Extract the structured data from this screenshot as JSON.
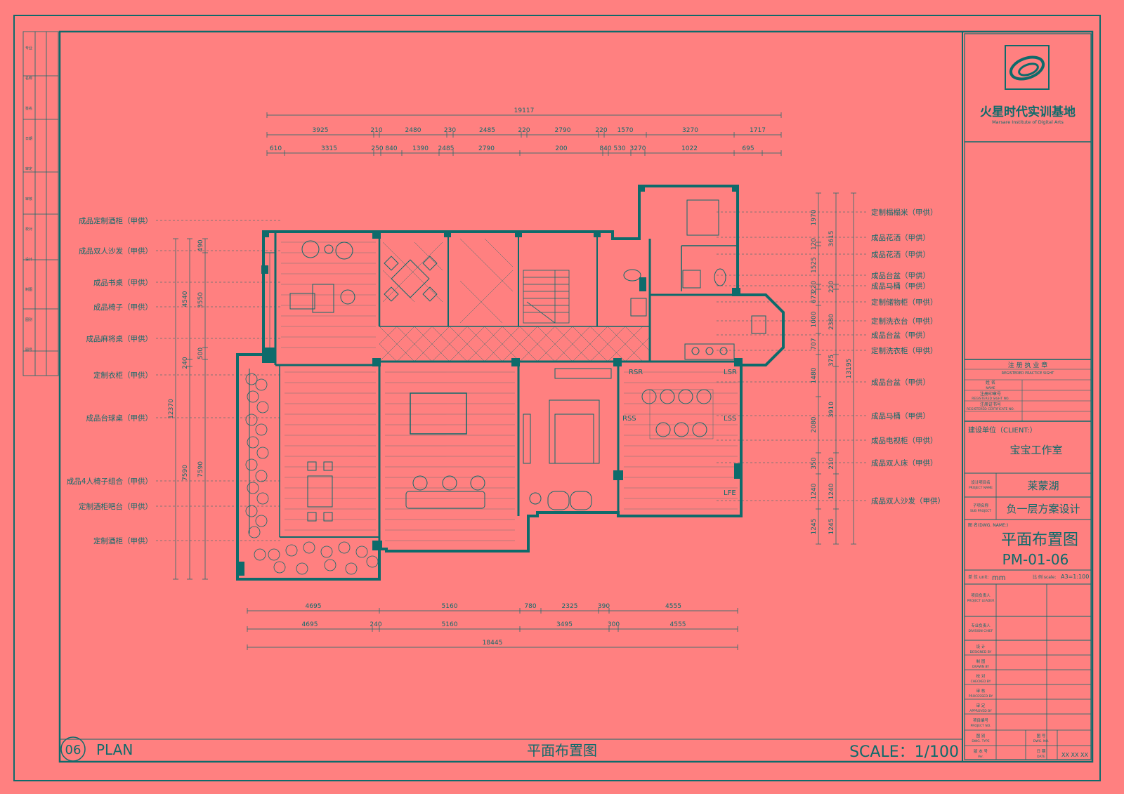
{
  "colors": {
    "background": "#ff8080",
    "line": "#0e6b6b",
    "wall": "#0e6b6b"
  },
  "overall_dims": {
    "top_total": "19117",
    "top_row1": [
      "3925",
      "210",
      "2480",
      "230",
      "2485",
      "220",
      "2790",
      "220",
      "1570",
      "3270",
      "1717"
    ],
    "top_row2": [
      "610",
      "3315",
      "250",
      "840",
      "1390",
      "2485",
      "2790",
      "200",
      "840",
      "530",
      "3270",
      "1022",
      "695"
    ],
    "bottom_row1": [
      "4695",
      "5160",
      "780",
      "2325",
      "390",
      "4555"
    ],
    "bottom_row2": [
      "4695",
      "240",
      "5160",
      "3495",
      "300",
      "4555"
    ],
    "bottom_total": "18445",
    "left_total": "12370",
    "left_col1": [
      "4540",
      "240",
      "7590"
    ],
    "left_col2": [
      "490",
      "3550",
      "500",
      "7590"
    ],
    "right_col1": [
      "1970",
      "120",
      "1525",
      "220",
      "673",
      "1000",
      "707",
      "1480",
      "2080",
      "350",
      "1240",
      "1245"
    ],
    "right_col2": [
      "3615",
      "220",
      "2380",
      "375",
      "3910",
      "210",
      "1240",
      "1245"
    ],
    "right_total": "13195"
  },
  "left_labels": [
    "成品定制酒柜（甲供）",
    "成品双人沙发（甲供）",
    "成品书桌（甲供）",
    "成品椅子（甲供）",
    "成品麻将桌（甲供）",
    "定制衣柜（甲供）",
    "成品台球桌（甲供）",
    "成品4人椅子组合（甲供）",
    "定制酒柜吧台（甲供）",
    "定制酒柜（甲供）"
  ],
  "right_labels": [
    "定制榻榻米（甲供）",
    "成品花洒（甲供）",
    "成品花洒（甲供）",
    "成品台盆（甲供）",
    "成品马桶（甲供）",
    "定制储物柜（甲供）",
    "定制洗衣台（甲供）",
    "成品台盆（甲供）",
    "定制洗衣柜（甲供）",
    "成品台盆（甲供）",
    "成品马桶（甲供）",
    "成品电视柜（甲供）",
    "成品双人床（甲供）",
    "成品双人沙发（甲供）"
  ],
  "room_tags": [
    "RSR",
    "LSR",
    "RSS",
    "LSS",
    "LFE"
  ],
  "footer": {
    "num": "06",
    "plan": "PLAN",
    "title": "平面布置图",
    "scale": "SCALE：1/100"
  },
  "title_block": {
    "company_cn": "火星时代实训基地",
    "company_en": "Marsare Institute of Digital Arts",
    "seal_cn": "注 册 执 业 章",
    "seal_en": "REGISTERED PRACTICE SIGHT",
    "name_label": "姓    名",
    "name_en": "NAME",
    "reg_no": "注册印章号",
    "reg_no_en": "REGISTERED SIGHT NO.",
    "cert_no": "注册证书号",
    "cert_no_en": "REGISTERED CERTIFICATE NO.",
    "client_label": "建设单位（CLIENT:）",
    "client": "宝宝工作室",
    "project_label": "设计项目名",
    "project_label_en": "PROJECT NAME",
    "project": "莱蒙湖",
    "sub_label": "子项名称",
    "sub_label_en": "SUB PROJECT",
    "sub": "负一层方案设计",
    "dwg_label": "图  名(DWG. NAME:)",
    "dwg_name": "平面布置图",
    "dwg_no": "PM-01-06",
    "unit_label": "单  位 unit:",
    "unit": "mm",
    "scale_label": "比  例 scale:",
    "scale": "A3=1:100",
    "leader": "项目负责人",
    "leader_en": "PROJECT LEADER",
    "chief": "专业负责人",
    "chief_en": "DIVISION CHIEF",
    "rows": [
      [
        "设  计",
        "DESIGNED BY"
      ],
      [
        "制  图",
        "DRAWN BY"
      ],
      [
        "校  对",
        "CHECKED BY"
      ],
      [
        "审  核",
        "PROCESSED BY"
      ],
      [
        "审  定",
        "APPROVED BY"
      ],
      [
        "项目编号",
        "PROJECT NO."
      ]
    ],
    "type_label": "图  别",
    "type_en": "DWG. TYPE",
    "no_label": "图  号",
    "no_en": "DWG. NO.",
    "ver_label": "版 本 号",
    "ver_en": "Ver.",
    "date_label": "日  期",
    "date_en": "DATE",
    "date_value": "XX XX XX"
  },
  "margin_strip": [
    "专业",
    "名称",
    "签名",
    "日期",
    "审定",
    "审核",
    "校对",
    "设计",
    "制图",
    "图别",
    "图号"
  ]
}
